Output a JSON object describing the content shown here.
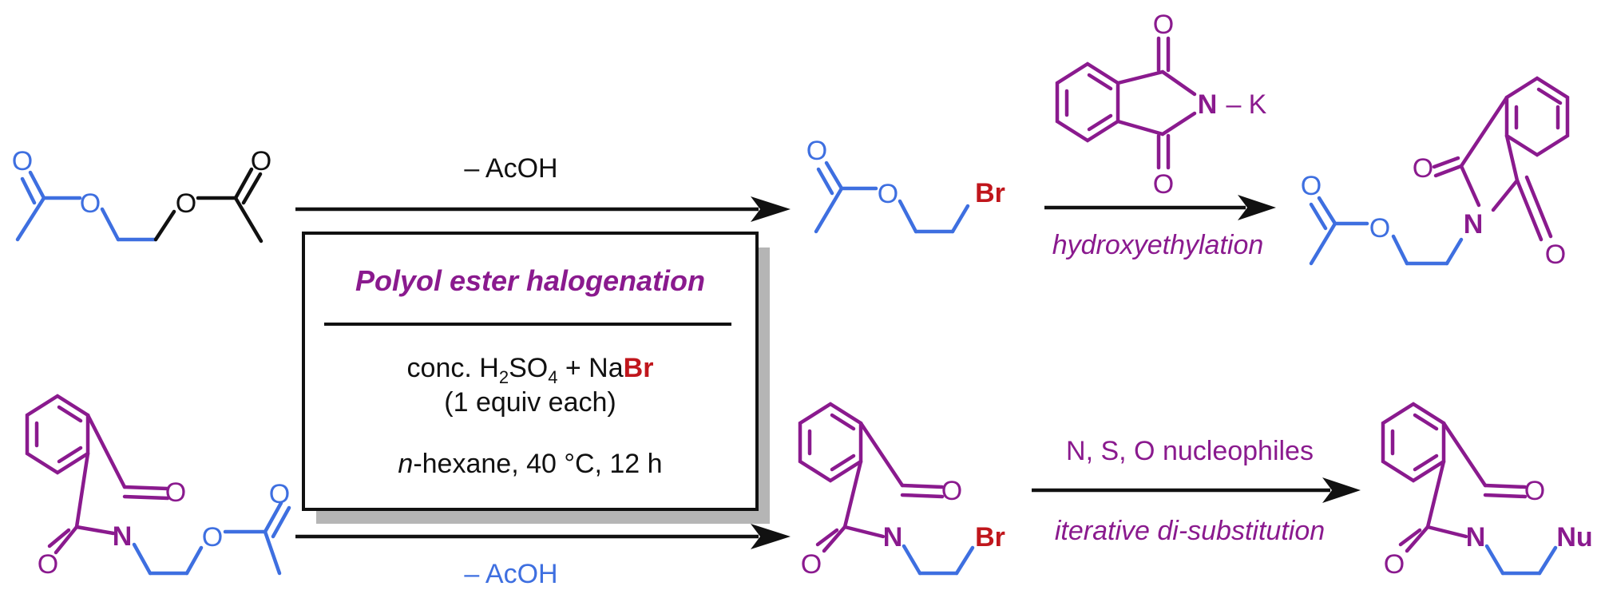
{
  "colors": {
    "blue": "#3e6fe0",
    "purple": "#8a1a8e",
    "red": "#c0161c",
    "black": "#111111",
    "shadow": "#b5b5b5"
  },
  "atoms": {
    "O": "O",
    "N": "N",
    "Br": "Br",
    "K": "K",
    "Nu": "Nu",
    "dash": "–"
  },
  "reaction_top": {
    "arrow_label": "– AcOH"
  },
  "reaction_top_right": {
    "arrow_label": "hydroxyethylation"
  },
  "reaction_bottom": {
    "arrow_label": "– AcOH"
  },
  "reaction_bottom_right": {
    "label_above": "N, S, O nucleophiles",
    "label_below": "iterative di-substitution"
  },
  "conditions_box": {
    "title": "Polyol ester halogenation",
    "line1_prefix": "conc. H",
    "line1_sub1": "2",
    "line1_mid": "SO",
    "line1_sub2": "4",
    "line1_plus": " + Na",
    "line1_br": "Br",
    "line2": "(1 equiv each)",
    "line3_italic": "n",
    "line3_rest": "-hexane, 40 °C, 12 h"
  }
}
